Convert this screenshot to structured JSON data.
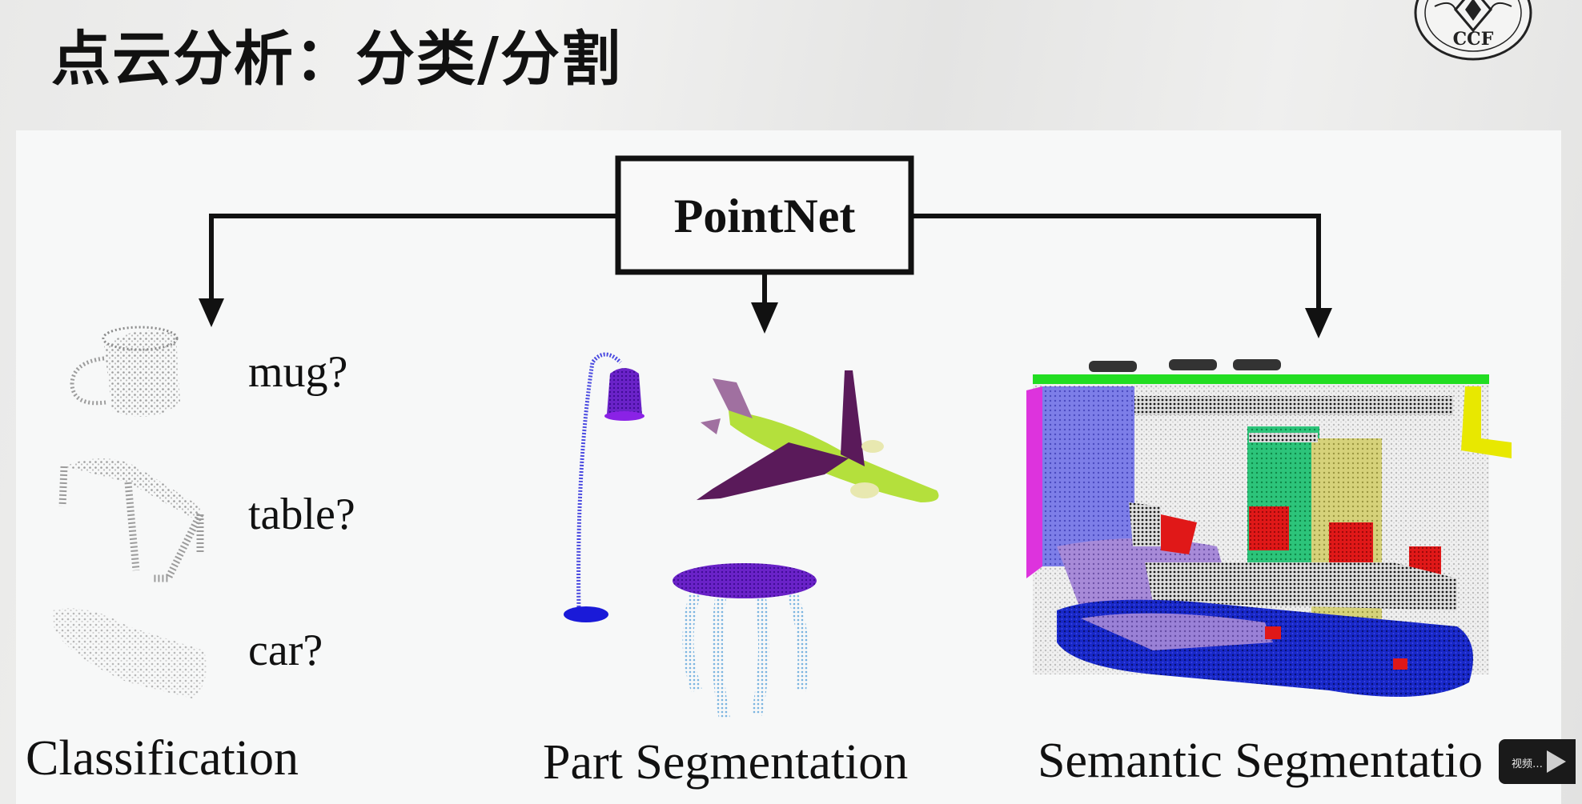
{
  "slide": {
    "title": "点云分析：分类/分割",
    "logo_text": "CCF"
  },
  "diagram": {
    "root": "PointNet",
    "classification": {
      "caption": "Classification",
      "labels": [
        "mug?",
        "table?",
        "car?"
      ]
    },
    "part_segmentation": {
      "caption": "Part Segmentation"
    },
    "semantic_segmentation": {
      "caption": "Semantic Segmentatio"
    }
  },
  "player": {
    "overlay_text": "视频…"
  },
  "colors": {
    "lamp": "#8a22e6",
    "lamp_pole": "#4b4be0",
    "plane_body": "#b4e03c",
    "plane_wings": "#5a1a5a",
    "table_top": "#6a22c8",
    "table_legs": "#7ab4e0",
    "room_blue": "#1020d0",
    "room_red": "#e01818",
    "room_green": "#22c070",
    "room_yellow": "#e8e800"
  }
}
